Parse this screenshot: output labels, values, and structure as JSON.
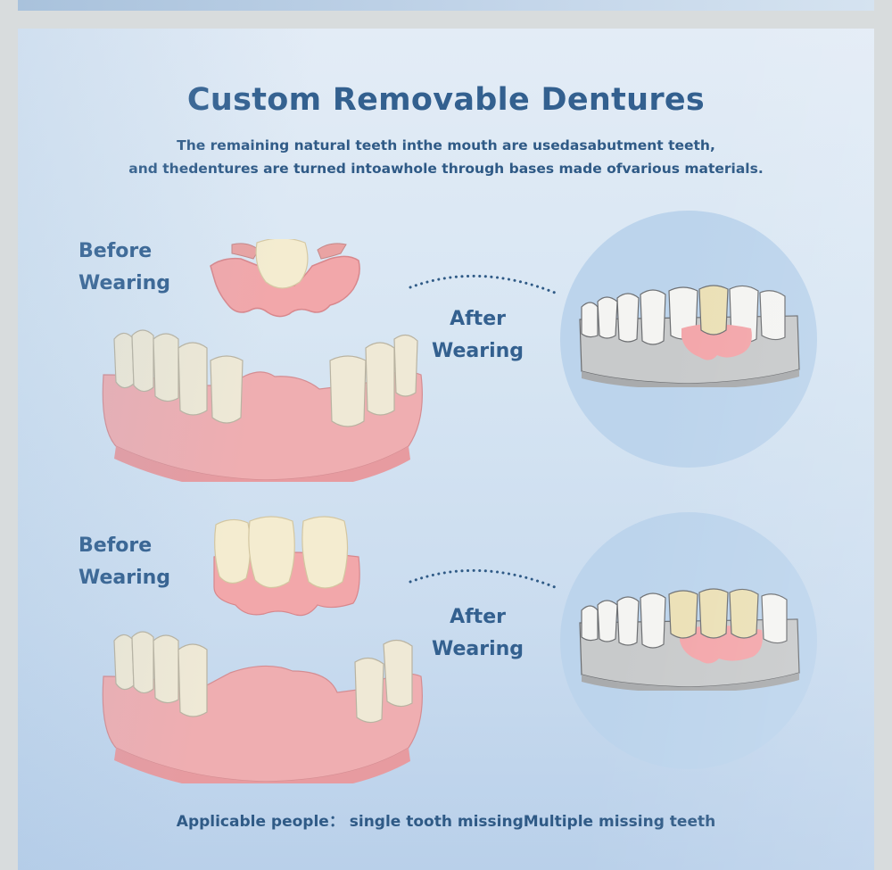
{
  "page": {
    "title": "Custom Removable Dentures",
    "subtitle_lines": [
      "The remaining natural teeth inthe mouth are usedasabutment teeth,",
      "and thedentures are turned intoawhole through bases made ofvarious materials."
    ]
  },
  "sections": [
    {
      "before_label": [
        "Before",
        "Wearing"
      ],
      "after_label": [
        "After",
        "Wearing"
      ],
      "case": "single tooth missing"
    },
    {
      "before_label": [
        "Before",
        "Wearing"
      ],
      "after_label": [
        "After",
        "Wearing"
      ],
      "case": "multiple missing teeth"
    }
  ],
  "footer": {
    "label": "Applicable people：",
    "text": " single tooth missingMultiple missing teeth"
  },
  "colors": {
    "text_primary": "#33608f",
    "circle_bg": "#bcd4ec",
    "gum_pink": "#f0a3a8",
    "tooth": "#f3eedb",
    "model_gray": "#bfc1c3"
  }
}
